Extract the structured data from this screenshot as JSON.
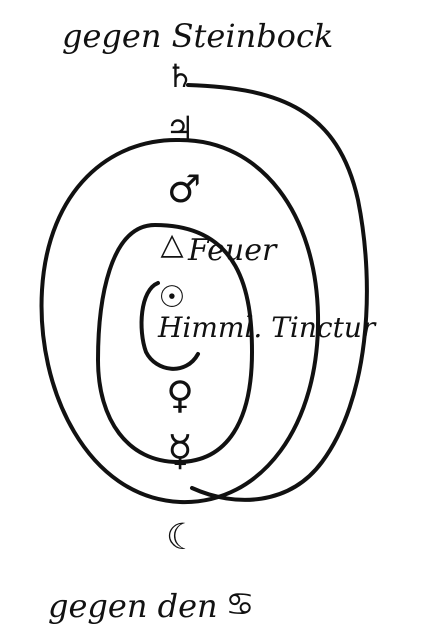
{
  "diagram": {
    "top_label": "gegen Steinbock",
    "bottom_label": "gegen den",
    "bottom_symbol": "♋",
    "saturn": "♄",
    "jupiter": "♃",
    "mars": "♂",
    "fire": "△",
    "fire_label": "Feuer",
    "sun": "☉",
    "tincture_label": "Himml. Tinctur",
    "venus": "♀",
    "mercury": "☿",
    "moon": "☾",
    "ink_color": "#111111"
  }
}
